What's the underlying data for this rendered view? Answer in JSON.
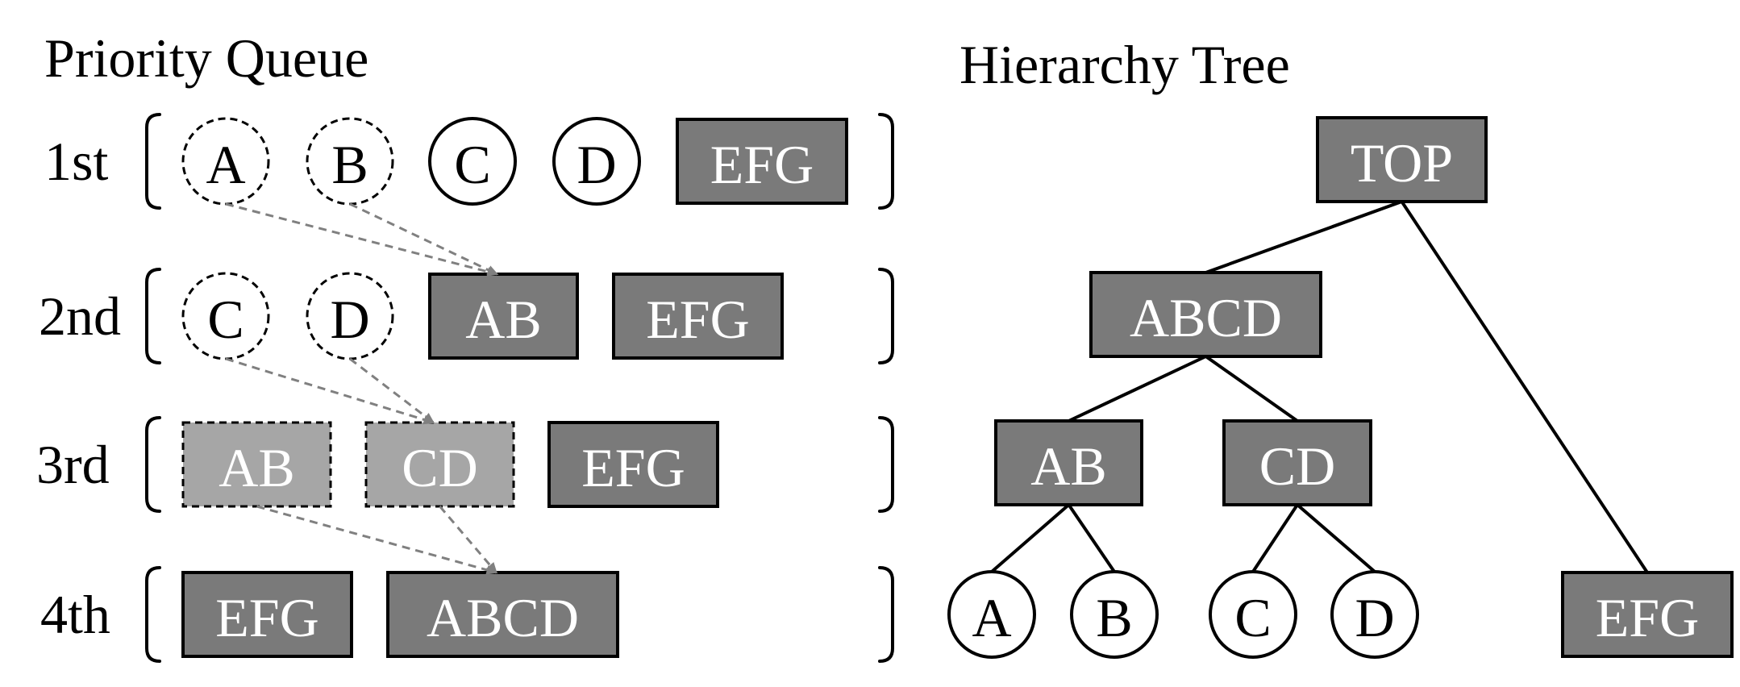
{
  "titles": {
    "queue": "Priority Queue",
    "tree": "Hierarchy Tree"
  },
  "colors": {
    "box_fill": "#7a7a7a",
    "box_fill_light": "#a6a6a6",
    "arrow": "#808080",
    "text_dark": "#000000",
    "text_light": "#ffffff"
  },
  "queue_rows": [
    {
      "label": "1st",
      "items": [
        {
          "id": "r1-a",
          "text": "A",
          "shape": "circle",
          "dashed": true
        },
        {
          "id": "r1-b",
          "text": "B",
          "shape": "circle",
          "dashed": true
        },
        {
          "id": "r1-c",
          "text": "C",
          "shape": "circle",
          "dashed": false
        },
        {
          "id": "r1-d",
          "text": "D",
          "shape": "circle",
          "dashed": false
        },
        {
          "id": "r1-efg",
          "text": "EFG",
          "shape": "box",
          "dashed": false
        }
      ]
    },
    {
      "label": "2nd",
      "items": [
        {
          "id": "r2-c",
          "text": "C",
          "shape": "circle",
          "dashed": true
        },
        {
          "id": "r2-d",
          "text": "D",
          "shape": "circle",
          "dashed": true
        },
        {
          "id": "r2-ab",
          "text": "AB",
          "shape": "box",
          "dashed": false
        },
        {
          "id": "r2-efg",
          "text": "EFG",
          "shape": "box",
          "dashed": false
        }
      ]
    },
    {
      "label": "3rd",
      "items": [
        {
          "id": "r3-ab",
          "text": "AB",
          "shape": "box",
          "dashed": true,
          "light": true
        },
        {
          "id": "r3-cd",
          "text": "CD",
          "shape": "box",
          "dashed": true,
          "light": true
        },
        {
          "id": "r3-efg",
          "text": "EFG",
          "shape": "box",
          "dashed": false
        }
      ]
    },
    {
      "label": "4th",
      "items": [
        {
          "id": "r4-efg",
          "text": "EFG",
          "shape": "box",
          "dashed": false
        },
        {
          "id": "r4-abcd",
          "text": "ABCD",
          "shape": "box",
          "dashed": false
        }
      ]
    }
  ],
  "merge_arrows": [
    {
      "from": "r1-a",
      "to": "r2-ab"
    },
    {
      "from": "r1-b",
      "to": "r2-ab"
    },
    {
      "from": "r2-c",
      "to": "r3-cd"
    },
    {
      "from": "r2-d",
      "to": "r3-cd"
    },
    {
      "from": "r3-ab",
      "to": "r4-abcd"
    },
    {
      "from": "r3-cd",
      "to": "r4-abcd"
    }
  ],
  "tree_nodes": [
    {
      "id": "t-top",
      "text": "TOP",
      "shape": "box"
    },
    {
      "id": "t-abcd",
      "text": "ABCD",
      "shape": "box"
    },
    {
      "id": "t-ab",
      "text": "AB",
      "shape": "box"
    },
    {
      "id": "t-cd",
      "text": "CD",
      "shape": "box"
    },
    {
      "id": "t-a",
      "text": "A",
      "shape": "circle"
    },
    {
      "id": "t-b",
      "text": "B",
      "shape": "circle"
    },
    {
      "id": "t-c",
      "text": "C",
      "shape": "circle"
    },
    {
      "id": "t-d",
      "text": "D",
      "shape": "circle"
    },
    {
      "id": "t-efg",
      "text": "EFG",
      "shape": "box"
    }
  ],
  "tree_edges": [
    {
      "from": "t-top",
      "to": "t-abcd"
    },
    {
      "from": "t-top",
      "to": "t-efg"
    },
    {
      "from": "t-abcd",
      "to": "t-ab"
    },
    {
      "from": "t-abcd",
      "to": "t-cd"
    },
    {
      "from": "t-ab",
      "to": "t-a"
    },
    {
      "from": "t-ab",
      "to": "t-b"
    },
    {
      "from": "t-cd",
      "to": "t-c"
    },
    {
      "from": "t-cd",
      "to": "t-d"
    }
  ]
}
